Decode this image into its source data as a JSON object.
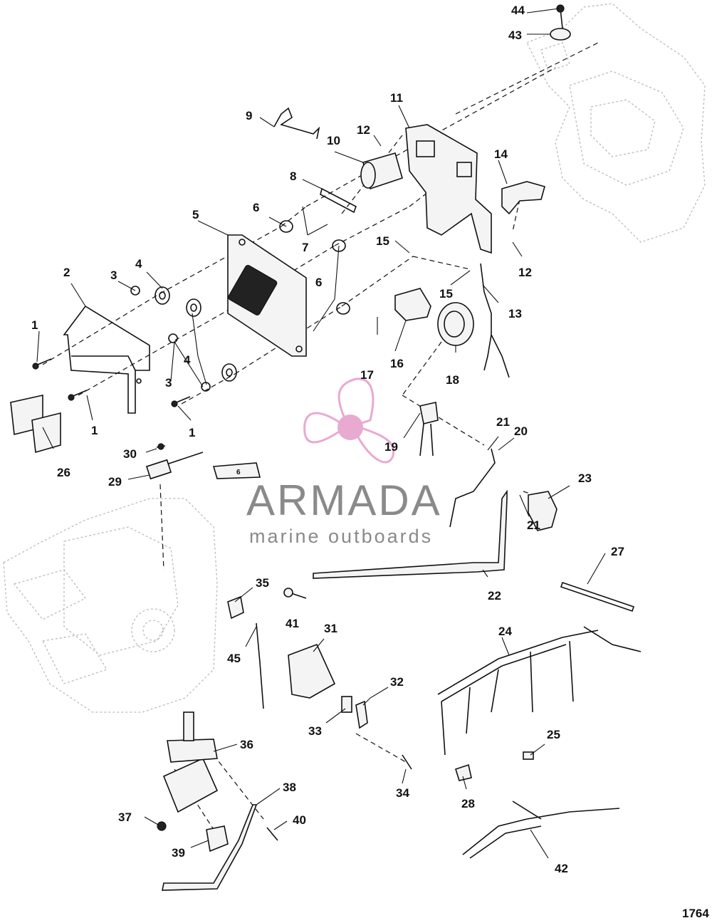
{
  "watermark": {
    "brand": "ARMADA",
    "tagline": "marine outboards",
    "logo_icon": "propeller-logo-icon",
    "logo_color": "#e7a6cf"
  },
  "figure_number": "1764",
  "labels": [
    "1",
    "1",
    "1",
    "2",
    "3",
    "3",
    "4",
    "4",
    "5",
    "6",
    "6",
    "7",
    "8",
    "9",
    "10",
    "11",
    "12",
    "12",
    "13",
    "14",
    "15",
    "15",
    "16",
    "17",
    "18",
    "19",
    "20",
    "21",
    "21",
    "22",
    "23",
    "24",
    "25",
    "26",
    "27",
    "28",
    "29",
    "30",
    "31",
    "32",
    "33",
    "34",
    "35",
    "36",
    "37",
    "38",
    "39",
    "40",
    "41",
    "42",
    "43",
    "44",
    "45"
  ]
}
